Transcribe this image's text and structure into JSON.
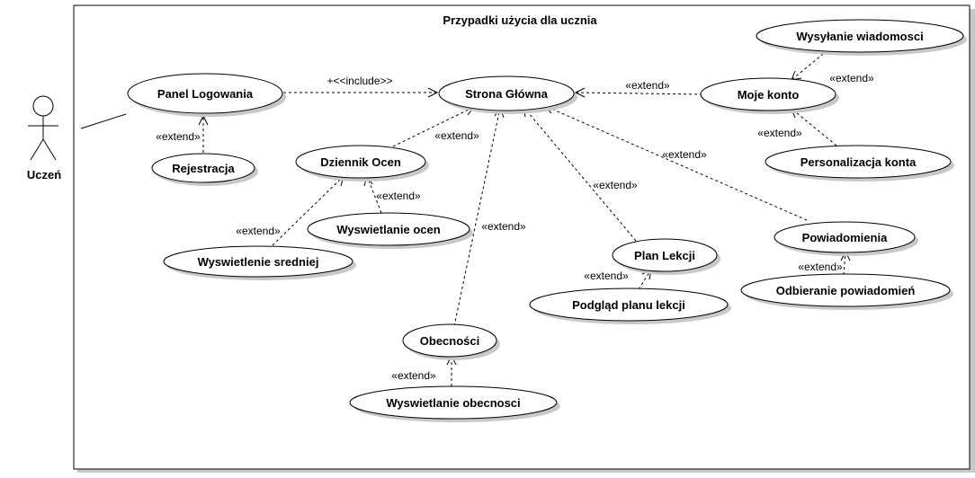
{
  "diagram": {
    "system_title": "Przypadki użycia  dla ucznia",
    "actor": {
      "name": "Uczeń"
    },
    "use_cases": {
      "panel": "Panel Logowania",
      "rejestracja": "Rejestracja",
      "strona": "Strona Główna",
      "dziennik": "Dziennik Ocen",
      "wyswOcen": "Wyswietlanie ocen",
      "wyswSred": "Wyswietlenie sredniej",
      "obecnosci": "Obecności",
      "wyswObec": "Wyswietlanie obecnosci",
      "plan": "Plan Lekcji",
      "podglad": "Podgląd planu lekcji",
      "powiad": "Powiadomienia",
      "odbier": "Odbieranie powiadomień",
      "konto": "Moje konto",
      "wysyl": "Wysyłanie wiadomosci",
      "person": "Personalizacja konta"
    },
    "relation_labels": {
      "include": "+<<include>>",
      "extend": "«extend»"
    }
  }
}
